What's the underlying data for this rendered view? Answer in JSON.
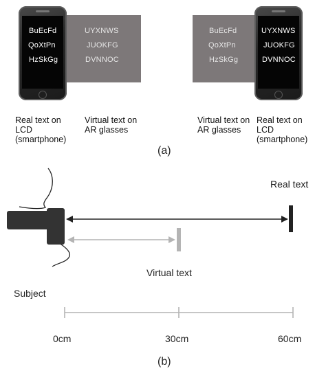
{
  "top_panel": {
    "left_group": {
      "real_words": [
        "BuEcFd",
        "QoXtPn",
        "HzSkGg"
      ],
      "virtual_words": [
        "UYXNWS",
        "JUOKFG",
        "DVNNOC"
      ],
      "caption_real": "Real text on LCD (smartphone)",
      "caption_virtual": "Virtual text on AR glasses"
    },
    "right_group": {
      "virtual_words": [
        "BuEcFd",
        "QoXtPn",
        "HzSkGg"
      ],
      "real_words": [
        "UYXNWS",
        "JUOKFG",
        "DVNNOC"
      ],
      "caption_virtual": "Virtual text on AR glasses",
      "caption_real": "Real text on LCD (smartphone)"
    },
    "label": "(a)"
  },
  "bottom_panel": {
    "real_text_label": "Real text",
    "virtual_text_label": "Virtual text",
    "subject_label": "Subject",
    "scale_ticks": [
      "0cm",
      "30cm",
      "60cm"
    ],
    "label": "(b)"
  },
  "colors": {
    "overlay_gray": "#7d7879",
    "phone_body": "#2a2a2a",
    "head_dark": "#333333",
    "real_arrow": "#222222",
    "virtual_arrow": "#b4b4b4"
  }
}
